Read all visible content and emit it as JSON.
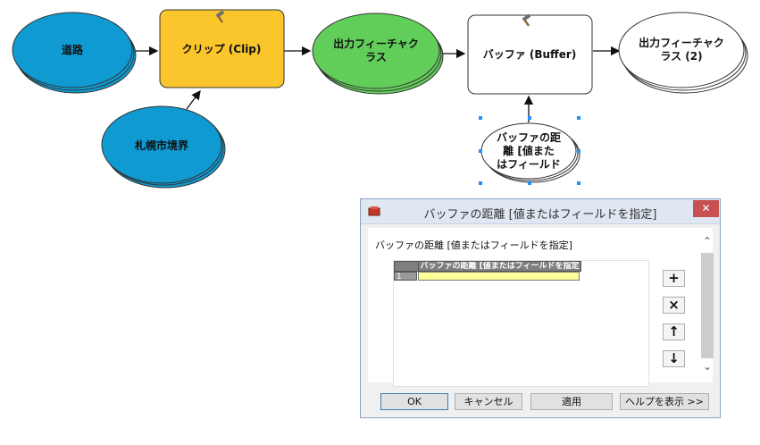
{
  "model": {
    "nodes": {
      "road": "道路",
      "clip_tool": "クリップ (Clip)",
      "clip_feature": "札幌市境界",
      "output1_line1": "出力フィーチャク",
      "output1_line2": "ラス",
      "buffer_tool": "バッファ (Buffer)",
      "buffer_distance_line1": "バッファの距",
      "buffer_distance_line2": "離 [値また",
      "buffer_distance_line3": "はフィールド",
      "output2_line1": "出力フィーチャク",
      "output2_line2": "ラス (2)"
    },
    "colors": {
      "data_blue": "#0f9ad1",
      "tool_yellow": "#fbc52c",
      "output_green": "#62ce5a",
      "tool_white": "#ffffff"
    },
    "tool_icon": "hammer-icon"
  },
  "dialog": {
    "title": "バッファの距離 [値またはフィールドを指定]",
    "close_symbol": "✕",
    "param_label": "バッファの距離 [値またはフィールドを指定]",
    "grid": {
      "header": "バッファの距離 [値またはフィールドを指定",
      "row_number": "1"
    },
    "side_buttons": {
      "add": "+",
      "delete": "×",
      "up": "↑",
      "down": "↓"
    },
    "scroll_up": "⌃",
    "scroll_down": "⌄",
    "buttons": {
      "ok": "OK",
      "cancel": "キャンセル",
      "apply": "適用",
      "help": "ヘルプを表示 >>"
    }
  }
}
